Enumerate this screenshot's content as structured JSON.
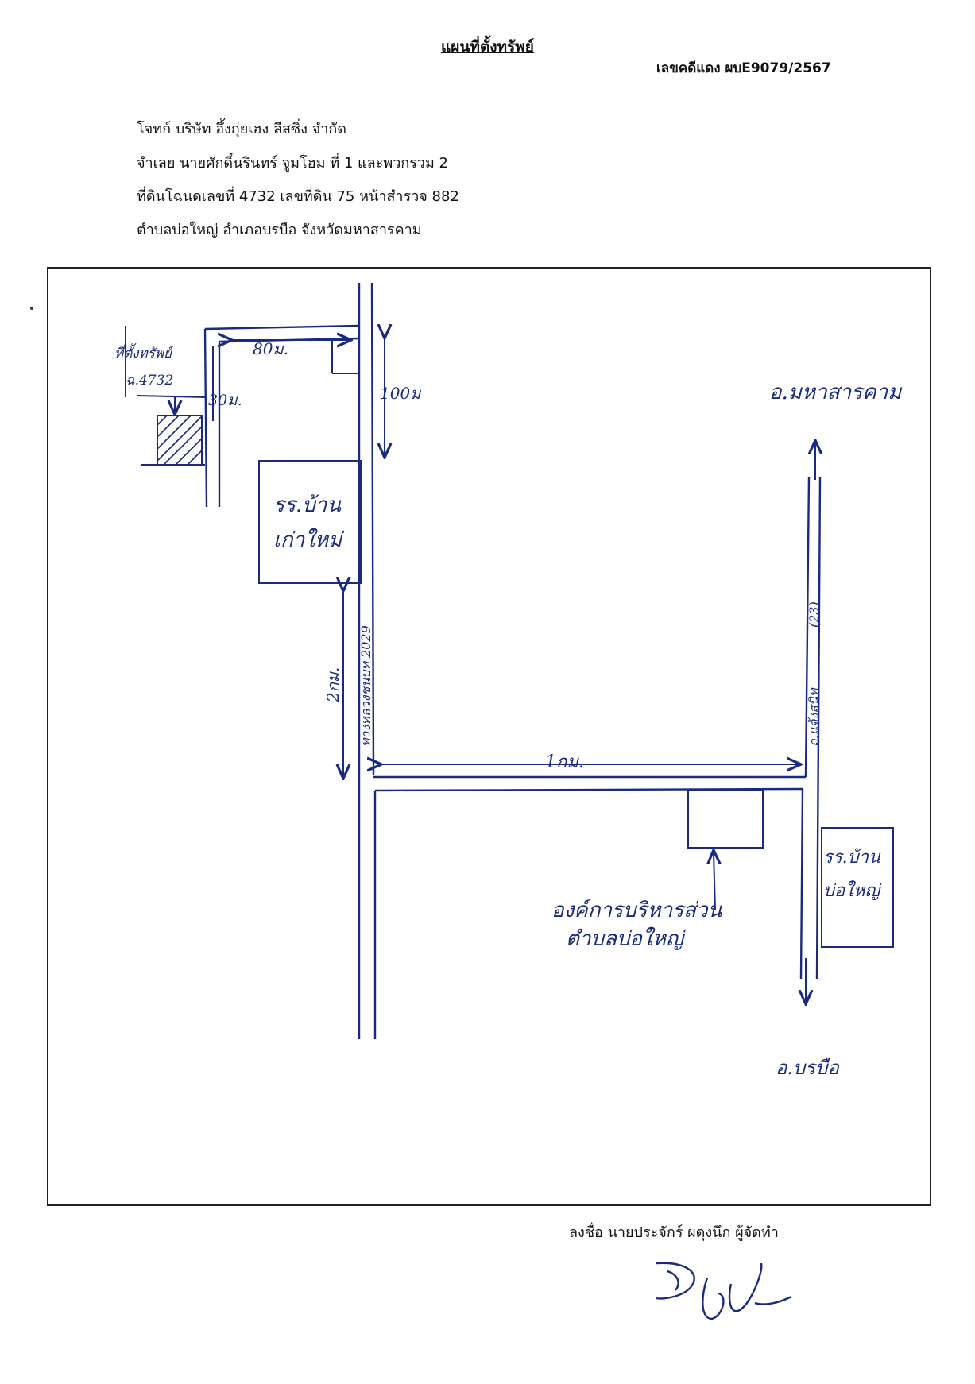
{
  "header": {
    "title": "แผนที่ตั้งทรัพย์",
    "case_no": "เลขคดีแดง ผบE9079/2567"
  },
  "info": {
    "line1": "โจทก์ บริษัท อึ้งกุ่ยเฮง ลีสซิ่ง จำกัด",
    "line2": "จำเลย นายศักดิ์นรินทร์ จูมโฮม ที่ 1 และพวกรวม 2",
    "line3": "ที่ดินโฉนดเลขที่ 4732 เลขที่ดิน 75  หน้าสำรวจ 882",
    "line4": "ตำบลบ่อใหญ่  อำเภอบรบือ  จังหวัดมหาสารคาม"
  },
  "map": {
    "property_label": "ที่ตั้งทรัพย์",
    "deed_label": "ฉ.4732",
    "dist_80m": "80ม.",
    "dist_30m": "30ม.",
    "dist_100m": "100ม",
    "school_kao_mai_1": "รร.บ้าน",
    "school_kao_mai_2": "เก่าใหม่",
    "road_2029": "ทางหลวงชนบท 2029",
    "dist_2km": "2กม.",
    "dist_1km": "1กม.",
    "to_mahasarakham": "อ.มหาสารคาม",
    "road_chaeng_sanit": "ถ.แจ้งสนิท",
    "road_no": "(23)",
    "school_bo_yai_1": "รร.บ้าน",
    "school_bo_yai_2": "บ่อใหญ่",
    "sao_1": "องค์การบริหารส่วน",
    "sao_2": "ตำบลบ่อใหญ่",
    "to_borabue": "อ.บรบือ"
  },
  "footer": {
    "signer": "ลงชื่อ นายประจักร์ ผดุงนึก ผู้จัดทำ"
  },
  "colors": {
    "ink": "#1a2a80"
  }
}
